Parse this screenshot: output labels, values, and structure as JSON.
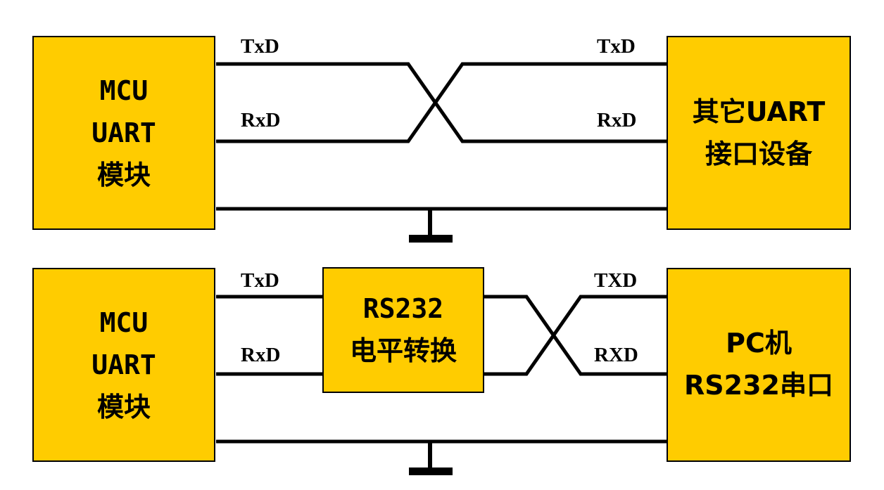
{
  "top": {
    "mcu": {
      "line1": "MCU",
      "line2": "UART",
      "line3": "模块"
    },
    "left_txd": "TxD",
    "left_rxd": "RxD",
    "right_txd": "TxD",
    "right_rxd": "RxD",
    "device": {
      "line1": "其它UART",
      "line2": "接口设备"
    }
  },
  "bottom": {
    "mcu": {
      "line1": "MCU",
      "line2": "UART",
      "line3": "模块"
    },
    "left_txd": "TxD",
    "left_rxd": "RxD",
    "converter": {
      "line1": "RS232",
      "line2": "电平转换"
    },
    "right_txd": "TXD",
    "right_rxd": "RXD",
    "pc": {
      "line1": "PC机",
      "line2": "RS232串口"
    }
  },
  "colors": {
    "box_fill": "#FFCC00",
    "line": "#000000"
  }
}
